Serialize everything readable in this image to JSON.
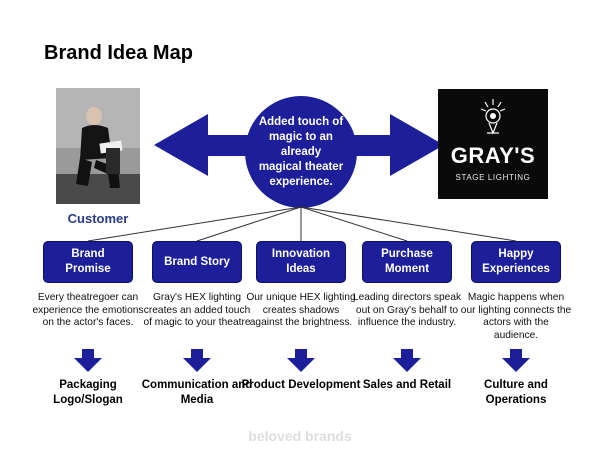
{
  "title": "Brand Idea Map",
  "center_text": "Added touch of magic to an already magical theater experience.",
  "customer_label": "Customer",
  "logo": {
    "name": "GRAY'S",
    "tagline": "STAGE LIGHTING"
  },
  "pillars": [
    {
      "label": "Brand Promise",
      "description": "Every theatregoer can experience the emotions on the actor's faces.",
      "result": "Packaging Logo/Slogan"
    },
    {
      "label": "Brand Story",
      "description": "Gray's HEX lighting creates an added touch of magic to your theatre",
      "result": "Communication and Media"
    },
    {
      "label": "Innovation Ideas",
      "description": "Our unique HEX lighting creates shadows against the brightness.",
      "result": "Product Development"
    },
    {
      "label": "Purchase Moment",
      "description": "Leading directors speak out on Gray's behalf to influence the industry.",
      "result": "Sales and Retail"
    },
    {
      "label": "Happy Experiences",
      "description": "Magic happens when our lighting connects the actors with the audience.",
      "result": "Culture and Operations"
    }
  ],
  "watermark": "beloved brands",
  "colors": {
    "navy": "#1c1e9a",
    "customer_text": "#2a3a86",
    "logo_bg": "#0a0a0a"
  }
}
